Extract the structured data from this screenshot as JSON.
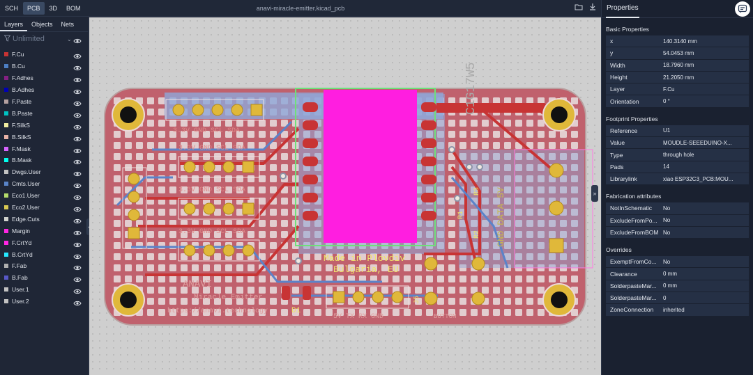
{
  "topbar": {
    "tabs": [
      "SCH",
      "PCB",
      "3D",
      "BOM"
    ],
    "active_tab": "PCB",
    "file_title": "anavi-miracle-emitter.kicad_pcb",
    "icons": [
      "folder-open-icon",
      "download-icon"
    ]
  },
  "left_panel": {
    "tabs": [
      "Layers",
      "Objects",
      "Nets"
    ],
    "active_tab": "Layers",
    "filter_value": "Unlimited",
    "layers": [
      {
        "name": "F.Cu",
        "color": "#c83434"
      },
      {
        "name": "B.Cu",
        "color": "#4d7fc4"
      },
      {
        "name": "F.Adhes",
        "color": "#842084"
      },
      {
        "name": "B.Adhes",
        "color": "#0000b4"
      },
      {
        "name": "F.Paste",
        "color": "#b4a0a0"
      },
      {
        "name": "B.Paste",
        "color": "#00c2c2"
      },
      {
        "name": "F.SilkS",
        "color": "#f2eda1"
      },
      {
        "name": "B.SilkS",
        "color": "#e8b2a7"
      },
      {
        "name": "F.Mask",
        "color": "#d864ff"
      },
      {
        "name": "B.Mask",
        "color": "#02ffee"
      },
      {
        "name": "Dwgs.User",
        "color": "#c2c2c2"
      },
      {
        "name": "Cmts.User",
        "color": "#5984c8"
      },
      {
        "name": "Eco1.User",
        "color": "#b4db6b"
      },
      {
        "name": "Eco2.User",
        "color": "#d8c852"
      },
      {
        "name": "Edge.Cuts",
        "color": "#d0d2cd"
      },
      {
        "name": "Margin",
        "color": "#ff26e2"
      },
      {
        "name": "F.CrtYd",
        "color": "#ff26e2"
      },
      {
        "name": "B.CrtYd",
        "color": "#26e9ff"
      },
      {
        "name": "F.Fab",
        "color": "#afafaf"
      },
      {
        "name": "B.Fab",
        "color": "#5858c8"
      },
      {
        "name": "User.1",
        "color": "#c2c2c2"
      },
      {
        "name": "User.2",
        "color": "#c2c2c2"
      }
    ]
  },
  "pcb": {
    "silk_texts": [
      "Made in Plovdiv",
      "Bulgaria, EU",
      "ANAVI",
      "Miracle Emitter",
      "https://anavi.technology",
      "3.3V GND SCL SDA",
      "3.3V GND SCL SDA",
      "3.3V GND SCL SDA",
      "3.3V GND SCL SDA",
      "GND DATA 5V",
      "5V TX RX GND",
      "D1",
      "R1",
      "R2",
      "R3",
      "J5",
      "BUTTON",
      "C1G17W5"
    ]
  },
  "properties": {
    "title": "Properties",
    "sections": [
      {
        "title": "Basic Properties",
        "rows": [
          {
            "key": "x",
            "value": "140.3140 mm"
          },
          {
            "key": "y",
            "value": "54.0453 mm"
          },
          {
            "key": "Width",
            "value": "18.7960 mm"
          },
          {
            "key": "Height",
            "value": "21.2050 mm"
          },
          {
            "key": "Layer",
            "value": "F.Cu"
          },
          {
            "key": "Orientation",
            "value": "0 °"
          }
        ]
      },
      {
        "title": "Footprint Properties",
        "rows": [
          {
            "key": "Reference",
            "value": "U1"
          },
          {
            "key": "Value",
            "value": "MOUDLE-SEEEDUINO-X..."
          },
          {
            "key": "Type",
            "value": "through hole"
          },
          {
            "key": "Pads",
            "value": "14"
          },
          {
            "key": "Librarylink",
            "value": "xiao ESP32C3_PCB:MOU..."
          }
        ]
      },
      {
        "title": "Fabrication attributes",
        "rows": [
          {
            "key": "NotInSchematic",
            "value": "No"
          },
          {
            "key": "ExcludeFromPo...",
            "value": "No"
          },
          {
            "key": "ExcludeFromBOM",
            "value": "No"
          }
        ]
      },
      {
        "title": "Overrides",
        "rows": [
          {
            "key": "ExemptFromCo...",
            "value": "No"
          },
          {
            "key": "Clearance",
            "value": "0 mm"
          },
          {
            "key": "SolderpasteMar...",
            "value": "0 mm"
          },
          {
            "key": "SolderpasteMar...",
            "value": "0"
          },
          {
            "key": "ZoneConnection",
            "value": "inherited"
          }
        ]
      }
    ]
  }
}
